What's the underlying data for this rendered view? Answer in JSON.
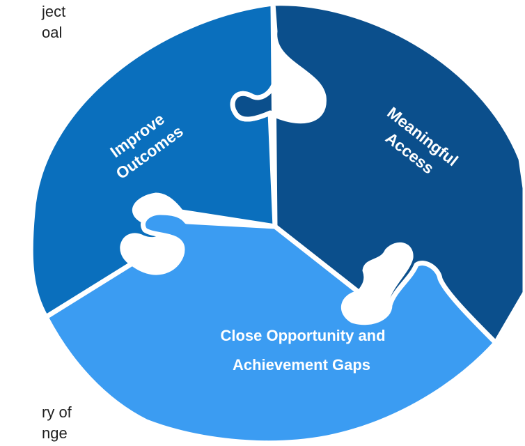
{
  "background_text": {
    "top_line_1": "ject",
    "top_line_2": "oal",
    "bottom_line_1": "ry of",
    "bottom_line_2": "nge"
  },
  "puzzle": {
    "pieces": [
      {
        "id": "improve",
        "line_1": "Improve",
        "line_2": "Outcomes",
        "color": "#0a6fbd"
      },
      {
        "id": "access",
        "line_1": "Meaningful",
        "line_2": "Access",
        "color": "#0b4f8c"
      },
      {
        "id": "gaps",
        "line_1": "Close Opportunity and",
        "line_2": "Achievement Gaps",
        "color": "#3b9cf2"
      }
    ],
    "outline_color": "#ffffff"
  }
}
